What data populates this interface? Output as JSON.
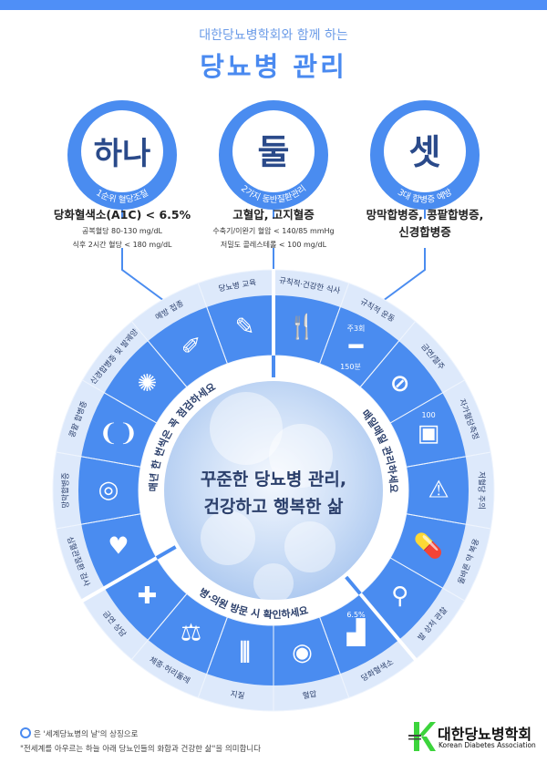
{
  "header": {
    "subtitle": "대한당뇨병학회와 함께 하는",
    "title": "당뇨병 관리"
  },
  "pillars": [
    {
      "word": "하나",
      "caption": "1순위 혈당조절",
      "main": "당화혈색소(A1C) < 6.5%",
      "details": [
        "공복혈당 80-130 mg/dL",
        "식후 2시간 혈당 < 180 mg/dL"
      ]
    },
    {
      "word": "둘",
      "caption": "2가지 동반질환관리",
      "main": "고혈압, 고지혈증",
      "details": [
        "수축기/이완기 혈압 < 140/85 mmHg",
        "저밀도 콜레스테롤 < 100 mg/dL"
      ]
    },
    {
      "word": "셋",
      "caption": "3대 합병증 예방",
      "main": "망막합병증, 콩팥합병증,",
      "main2": "신경합병증",
      "details": []
    }
  ],
  "wheel": {
    "center_lines": [
      "꾸준한 당뇨병 관리,",
      "건강하고 행복한 삶"
    ],
    "groups": [
      {
        "heading": "매일매일 관리하세요",
        "segments": [
          {
            "label": "규칙적·건강한 식사",
            "icon": "spoon-chopsticks-icon",
            "glyph": "🍴"
          },
          {
            "label": "규칙적 운동",
            "icon": "dumbbell-icon",
            "glyph": "━",
            "extra_top": "주3회",
            "extra_bottom": "150분"
          },
          {
            "label": "금연/절주",
            "icon": "no-smoking-drinking-icon",
            "glyph": "⊘"
          },
          {
            "label": "자가혈당측정",
            "icon": "glucose-meter-icon",
            "glyph": "▣",
            "extra_top": "100"
          },
          {
            "label": "저혈당 주의",
            "icon": "hypoglycemia-warning-icon",
            "glyph": "⚠"
          },
          {
            "label": "올바른 약 복용",
            "icon": "pill-syringe-icon",
            "glyph": "💊"
          },
          {
            "label": "발 상처 관찰",
            "icon": "foot-magnifier-icon",
            "glyph": "⚲"
          }
        ]
      },
      {
        "heading": "병·의원 방문 시 확인하세요",
        "segments": [
          {
            "label": "당화혈색소",
            "icon": "a1c-chart-drop-icon",
            "glyph": "▟",
            "extra_top": "6.5%"
          },
          {
            "label": "혈압",
            "icon": "blood-pressure-gauge-icon",
            "glyph": "◉"
          },
          {
            "label": "지질",
            "icon": "test-tubes-icon",
            "glyph": "⫼"
          },
          {
            "label": "체중·허리둘레",
            "icon": "scale-icon",
            "glyph": "⚖"
          },
          {
            "label": "금연 상담",
            "icon": "no-smoking-consult-icon",
            "glyph": "✚"
          }
        ]
      },
      {
        "heading": "매년 한 번씩은 꼭 점검하세요",
        "segments": [
          {
            "label": "심혈관질환 검사",
            "icon": "heart-ecg-icon",
            "glyph": "♥"
          },
          {
            "label": "망막합병증",
            "icon": "eye-magnifier-icon",
            "glyph": "◎"
          },
          {
            "label": "콩팥 합병증",
            "icon": "kidney-icon",
            "glyph": "❨❩"
          },
          {
            "label": "신경합병증 및 발궤양",
            "icon": "foot-nerve-icon",
            "glyph": "✺"
          },
          {
            "label": "예방 접종",
            "icon": "syringe-icon",
            "glyph": "✐"
          },
          {
            "label": "당뇨병 교육",
            "icon": "notebook-icon",
            "glyph": "✎"
          }
        ]
      }
    ]
  },
  "footer": {
    "line1": "은 '세계당뇨병의 날'의 상징으로",
    "line2": "\"전세계를 아우르는 하늘 아래 당뇨인들의 화합과 건강한 삶\"을 의미합니다"
  },
  "logo": {
    "name_ko": "대한당뇨병학회",
    "name_en": "Korean Diabetes Association"
  },
  "colors": {
    "blue": "#4a8cf0",
    "light": "#dde9fb",
    "navy": "#2b3f6b",
    "title": "#4a8af0",
    "logo_green": "#3cd43c"
  }
}
